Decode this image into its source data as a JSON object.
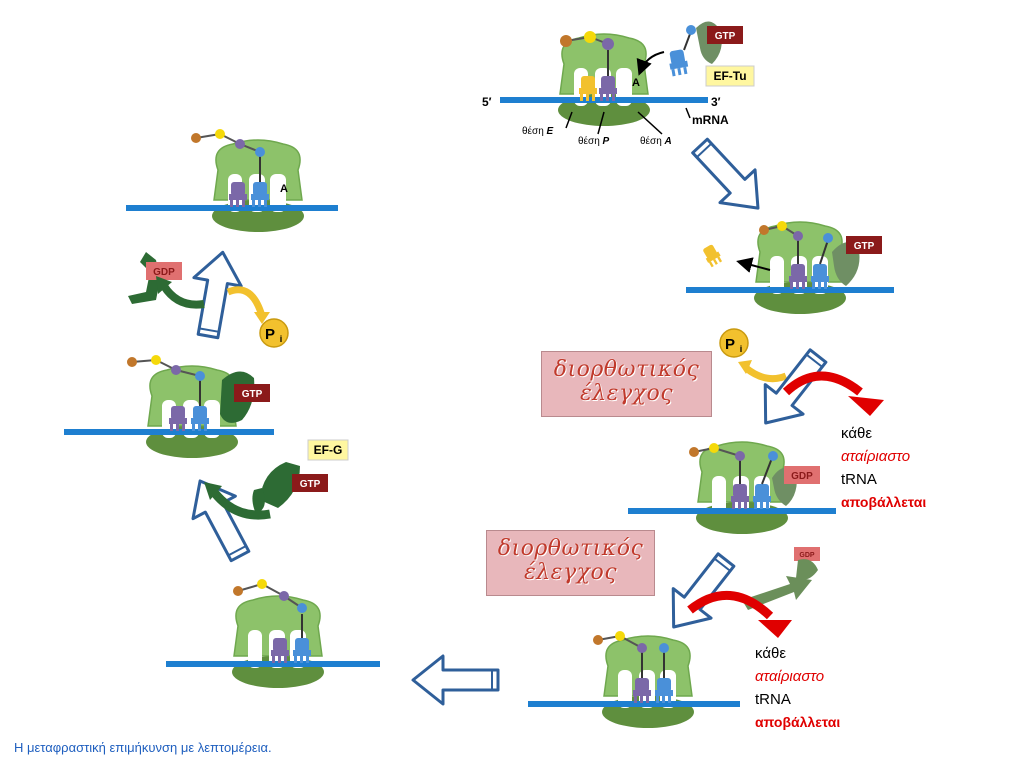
{
  "caption": "Η μεταφραστική επιμήκυνση με λεπτομέρεια.",
  "labels": {
    "five_prime": "5′",
    "three_prime": "3′",
    "mrna": "mRNA",
    "site_e_prefix": "θέση ",
    "site_e": "E",
    "site_p_prefix": "θέση ",
    "site_p": "P",
    "site_a_prefix": "θέση ",
    "site_a": "A",
    "a_top": "A",
    "a_left": "A",
    "gtp_top": "GTP",
    "ef_tu": "EF-Tu",
    "gtp_right": "GTP",
    "gdp_right": "GDP",
    "gdp_small": "GDP",
    "pi_right": "P",
    "pi_right_sub": "i",
    "pi_left": "P",
    "pi_left_sub": "i",
    "gdp_left": "GDP",
    "gtp_left": "GTP",
    "ef_g": "EF-G",
    "gtp_efg": "GTP"
  },
  "proofreading": {
    "line1": "διορθωτικός",
    "line2": "έλεγχος"
  },
  "note": {
    "line1": "κάθε",
    "line2": "αταίριαστο",
    "line3": "tRNA",
    "line4": "αποβάλλεται"
  },
  "colors": {
    "ribosome_large": "#8dc26a",
    "ribosome_small": "#5f8f3e",
    "mrna": "#1e7fd0",
    "trna_purple": "#7b68a8",
    "trna_blue": "#4a90d9",
    "trna_yellow": "#f2c12e",
    "gtp_box": "#8b1a1a",
    "gdp_box": "#e07070",
    "efg_green": "#2d6b34",
    "red_arrow": "#e00000",
    "note_red": "#e00000",
    "caption": "#1f5fbf"
  }
}
